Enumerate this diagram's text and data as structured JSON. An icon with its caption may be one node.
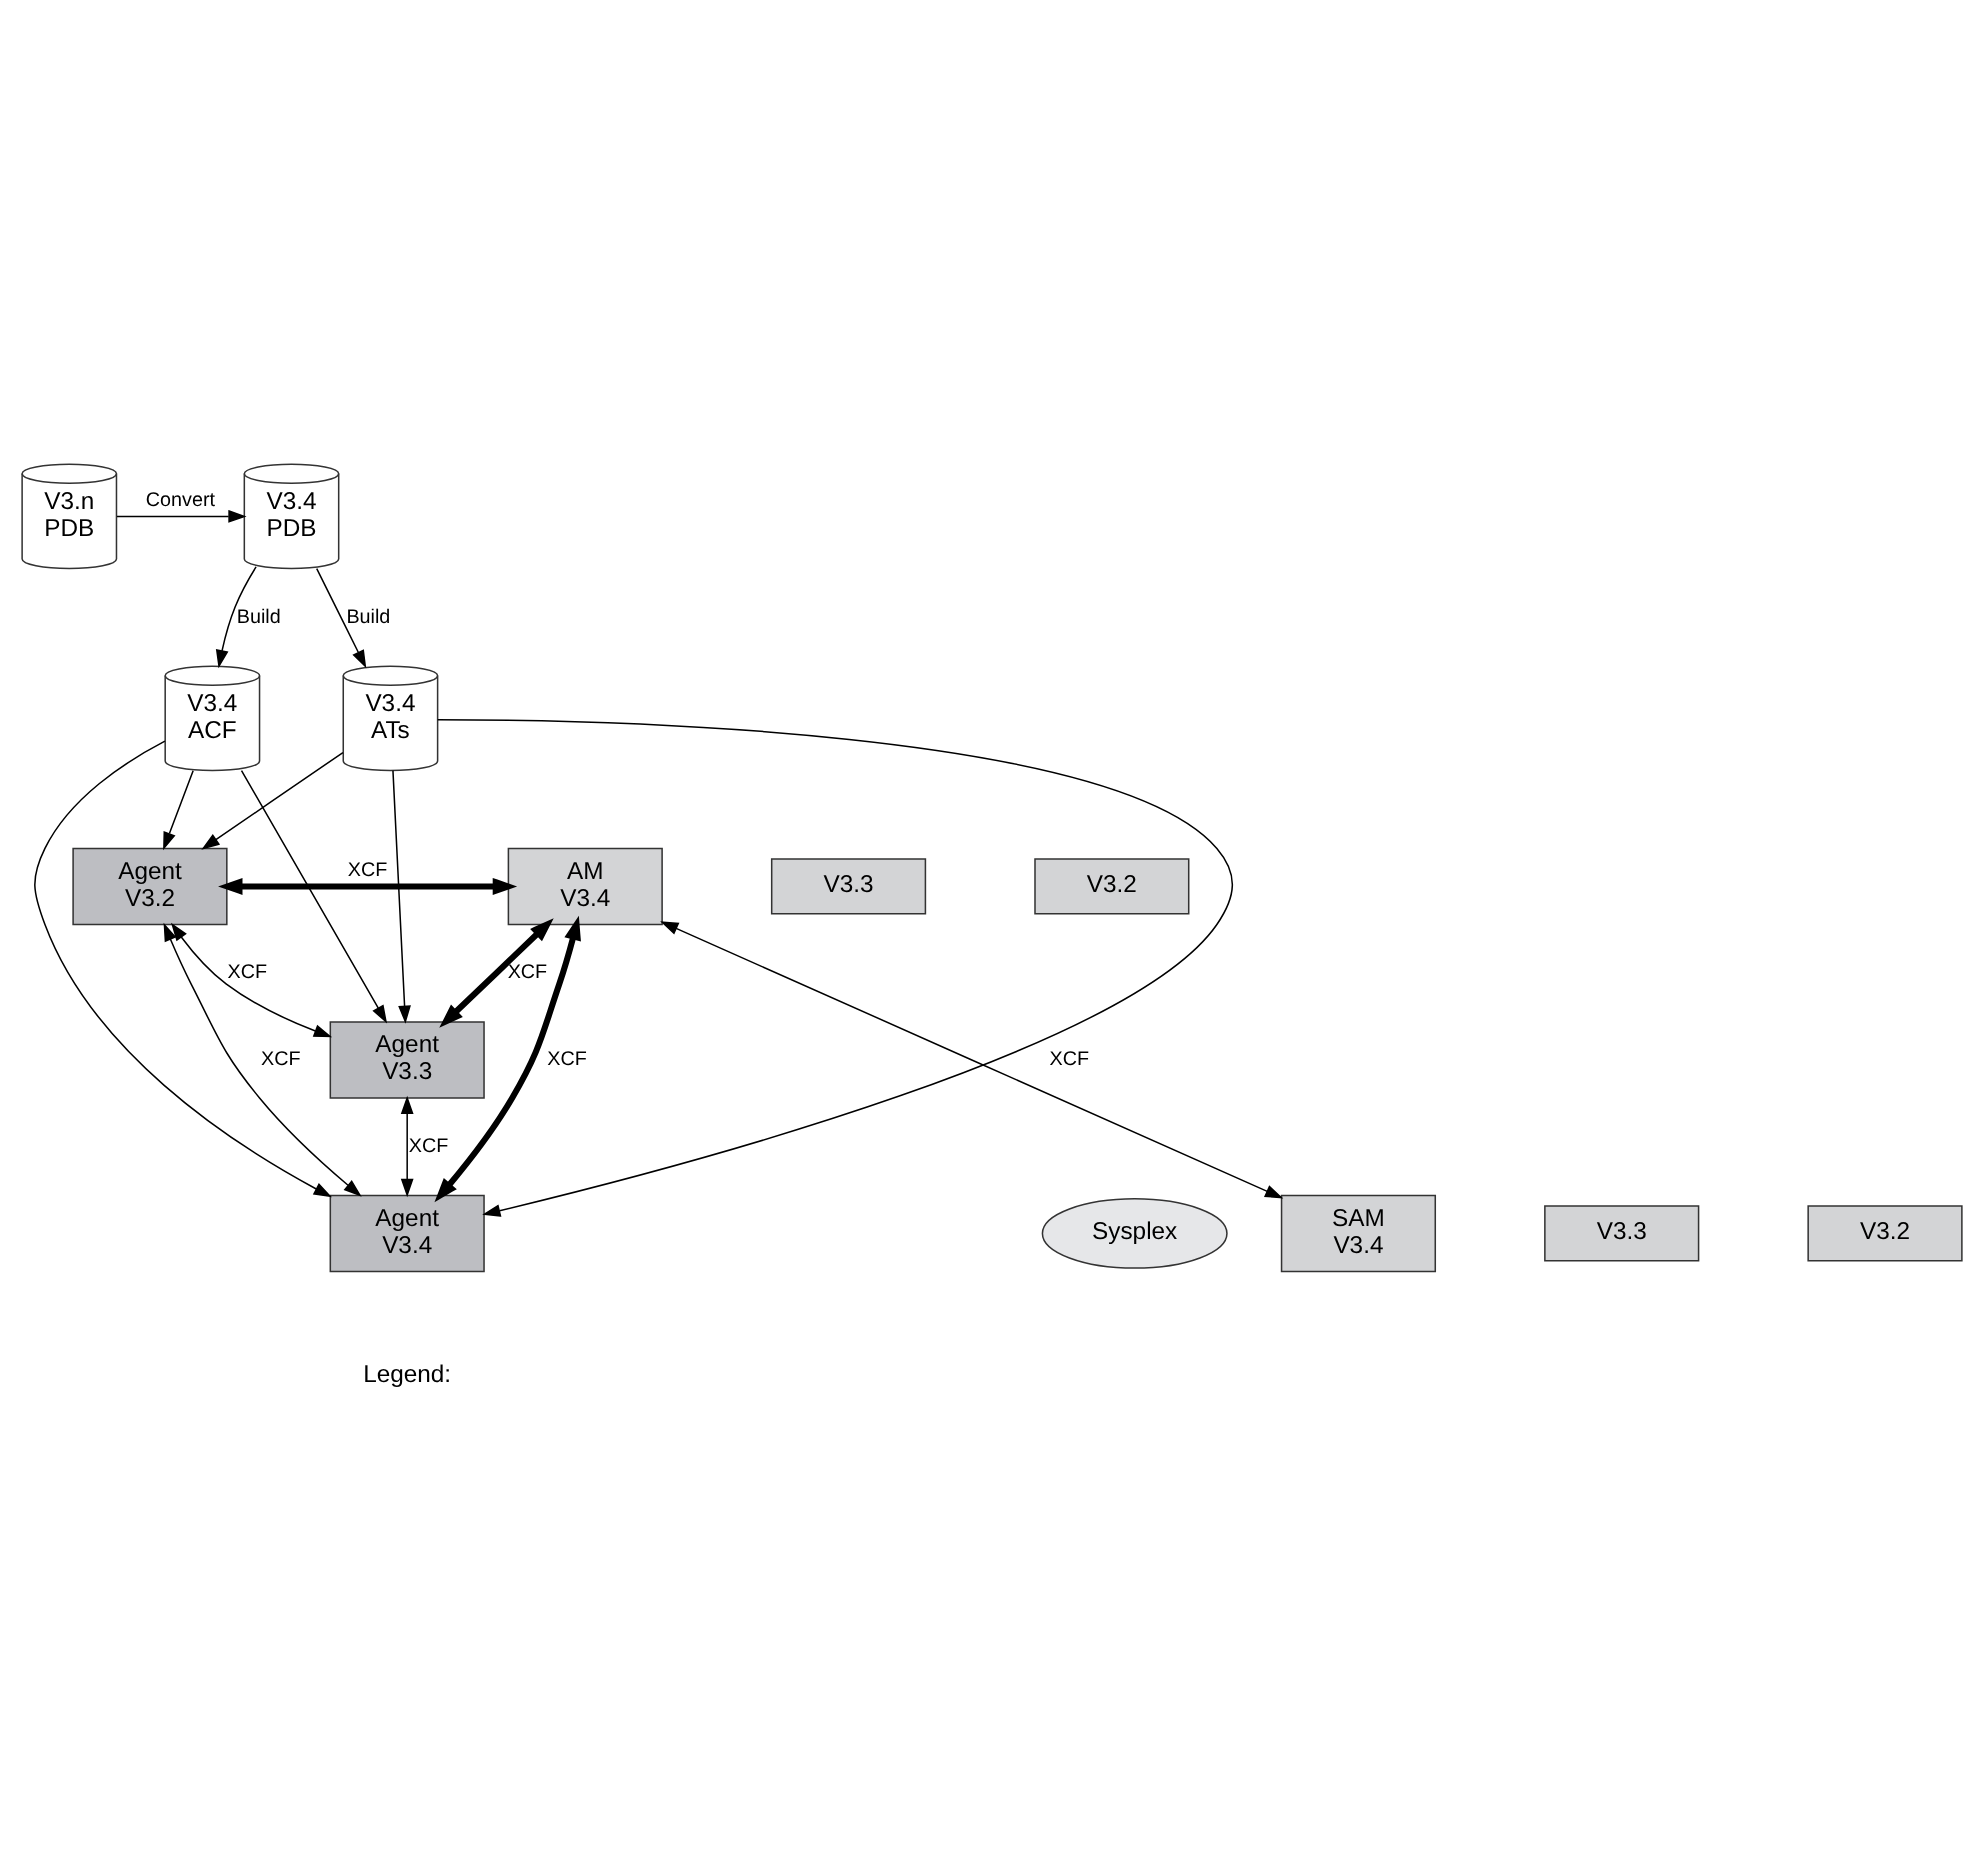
{
  "diagram": {
    "nodes": [
      {
        "text": [
          "V3.n",
          "PDB"
        ]
      },
      {
        "text": [
          "V3.4",
          "PDB"
        ]
      },
      {
        "text": [
          "V3.4",
          "ACF"
        ]
      },
      {
        "text": [
          "V3.4",
          "ATs"
        ]
      },
      {
        "text": [
          "Sysplex"
        ]
      },
      {
        "text": [
          "Agent",
          "V3.2"
        ]
      },
      {
        "text": [
          "Agent",
          "V3.3"
        ]
      },
      {
        "text": [
          "Agent",
          "V3.4"
        ]
      },
      {
        "text": [
          "AM",
          "V3.4"
        ]
      },
      {
        "text": [
          "V3.3"
        ]
      },
      {
        "text": [
          "V3.2"
        ]
      },
      {
        "text": [
          "SAM",
          "V3.4"
        ]
      },
      {
        "text": [
          "V3.3"
        ]
      },
      {
        "text": [
          "V3.2"
        ]
      }
    ],
    "edges": [
      {
        "from": 0,
        "to": 1,
        "arrow": "to",
        "label": "Convert"
      },
      {
        "from": 1,
        "to": 2,
        "arrow": "to",
        "label": "Build"
      },
      {
        "from": 1,
        "to": 3,
        "arrow": "to",
        "label": "Build"
      },
      {
        "from": 2,
        "to": 5,
        "arrow": "to"
      },
      {
        "from": 2,
        "to": 6,
        "arrow": "to"
      },
      {
        "from": 2,
        "to": 7,
        "arrow": "to"
      },
      {
        "from": 3,
        "to": 5,
        "arrow": "to"
      },
      {
        "from": 3,
        "to": 6,
        "arrow": "to"
      },
      {
        "from": 3,
        "to": 7,
        "arrow": "to"
      },
      {
        "from": 5,
        "to": 8,
        "arrow": "both",
        "label": "XCF",
        "style": "thick"
      },
      {
        "from": 6,
        "to": 8,
        "arrow": "both",
        "label": "XCF",
        "style": "thick"
      },
      {
        "from": 7,
        "to": 8,
        "arrow": "both",
        "label": "XCF",
        "style": "thick"
      },
      {
        "from": 5,
        "to": 6,
        "arrow": "both",
        "label": "XCF"
      },
      {
        "from": 5,
        "to": 7,
        "arrow": "both",
        "label": "XCF"
      },
      {
        "from": 6,
        "to": 7,
        "arrow": "both",
        "label": "XCF"
      },
      {
        "from": 8,
        "to": 11,
        "arrow": "both",
        "label": "XCF"
      }
    ],
    "labels": [
      "Legend:"
    ]
  }
}
